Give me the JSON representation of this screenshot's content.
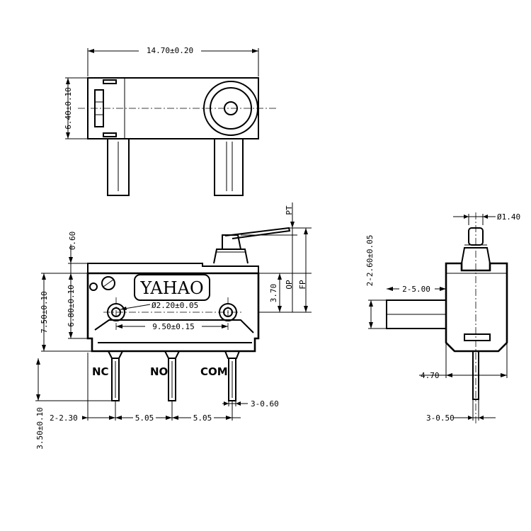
{
  "brand": "YAHAO",
  "top_view": {
    "width_dim": "14.70±0.20",
    "height_dim": "6.40±0.10"
  },
  "front_view": {
    "top_gap_dim": "0.60",
    "overall_height_dim": "7.50±0.10",
    "body_height_dim": "6.80±0.10",
    "hole_dim": "Ø2.20±0.05",
    "hole_pitch_dim": "9.50±0.15",
    "op_height_dim": "3.70",
    "pin_length_dim": "3.50±0.10",
    "pin_offset_dim": "2-2.30",
    "pin_pitch_1_dim": "5.05",
    "pin_pitch_2_dim": "5.05",
    "pin_width_dim": "3-0.60",
    "pt_label": "PT",
    "op_label": "OP",
    "fp_label": "FP",
    "terminals": [
      "NC",
      "NO",
      "COM"
    ]
  },
  "side_view": {
    "plunger_dim": "Ø1.40",
    "mount_height_dim": "2-2.60±0.05",
    "boss_length_dim": "2-5.00",
    "body_width_dim": "4.70",
    "pin_thickness_dim": "3-0.50"
  }
}
